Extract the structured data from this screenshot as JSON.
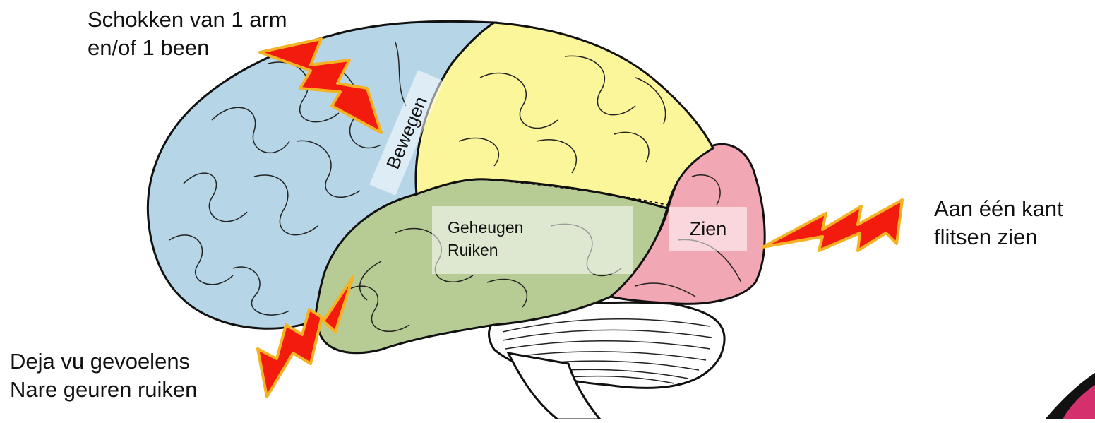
{
  "regions": {
    "motor_label": "Bewegen",
    "temporal_label_lines": [
      "Geheugen",
      "Ruiken"
    ],
    "occipital_label": "Zien"
  },
  "annotations": {
    "motor_lines": [
      "Schokken van 1 arm",
      "en/of 1 been"
    ],
    "temporal_lines": [
      "Deja vu gevoelens",
      "Nare geuren ruiken"
    ],
    "occipital_lines": [
      "Aan één kant",
      "flitsen zien"
    ]
  },
  "colors": {
    "frontal": "#b6d6e8",
    "parietal": "#fbf69a",
    "temporal": "#b7cb94",
    "occipital": "#f2a7b4",
    "cerebellum": "#ffffff",
    "outline": "#111111",
    "bolt_fill": "#f21b0e",
    "bolt_outline": "#f5b324"
  }
}
